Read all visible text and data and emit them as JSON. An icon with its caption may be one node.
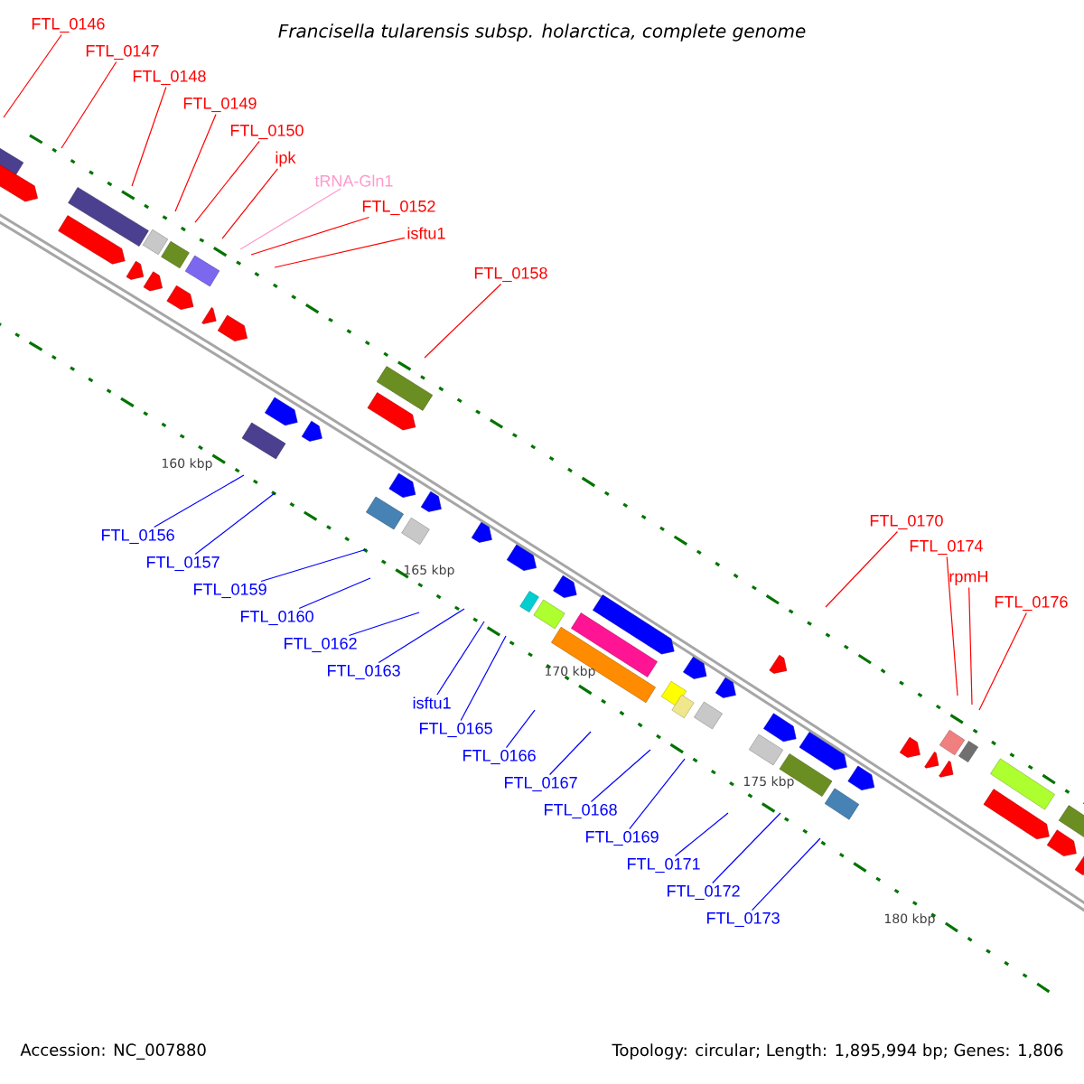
{
  "diagram": {
    "title": "Francisella tularensis subsp. holarctica, complete genome",
    "nodes": [
      {
        "text": [
          "FTL_0146"
        ]
      },
      {
        "text": [
          "FTL_0147"
        ]
      },
      {
        "text": [
          "FTL_0148"
        ]
      },
      {
        "text": [
          "FTL_0149"
        ]
      },
      {
        "text": [
          "FTL_0150"
        ]
      },
      {
        "text": [
          "ipk"
        ]
      },
      {
        "text": [
          "tRNA-Gln1"
        ]
      },
      {
        "text": [
          "FTL_0152"
        ]
      },
      {
        "text": [
          "isftu1"
        ]
      },
      {
        "text": [
          "FTL_0158"
        ]
      },
      {
        "text": [
          "FTL_0170"
        ]
      },
      {
        "text": [
          "FTL_0174"
        ]
      },
      {
        "text": [
          "rpmH"
        ]
      },
      {
        "text": [
          "FTL_0176"
        ]
      },
      {
        "text": [
          "FTL_0156"
        ]
      },
      {
        "text": [
          "FTL_0157"
        ]
      },
      {
        "text": [
          "FTL_0159"
        ]
      },
      {
        "text": [
          "FTL_0160"
        ]
      },
      {
        "text": [
          "FTL_0162"
        ]
      },
      {
        "text": [
          "FTL_0163"
        ]
      },
      {
        "text": [
          "isftu1"
        ]
      },
      {
        "text": [
          "FTL_0165"
        ]
      },
      {
        "text": [
          "FTL_0166"
        ]
      },
      {
        "text": [
          "FTL_0167"
        ]
      },
      {
        "text": [
          "FTL_0168"
        ]
      },
      {
        "text": [
          "FTL_0169"
        ]
      },
      {
        "text": [
          "FTL_0171"
        ]
      },
      {
        "text": [
          "FTL_0172"
        ]
      },
      {
        "text": [
          "FTL_0173"
        ]
      }
    ],
    "edges": [
      {
        "from": 0,
        "to": null,
        "arrow": "none",
        "color": "#ff0000"
      },
      {
        "from": 1,
        "to": null,
        "arrow": "none",
        "color": "#ff0000"
      },
      {
        "from": 2,
        "to": null,
        "arrow": "none",
        "color": "#ff0000"
      },
      {
        "from": 3,
        "to": null,
        "arrow": "none",
        "color": "#ff0000"
      },
      {
        "from": 4,
        "to": null,
        "arrow": "none",
        "color": "#ff0000"
      },
      {
        "from": 5,
        "to": null,
        "arrow": "none",
        "color": "#ff0000"
      },
      {
        "from": 6,
        "to": null,
        "arrow": "none",
        "color": "#ff99cc"
      },
      {
        "from": 7,
        "to": null,
        "arrow": "none",
        "color": "#ff0000"
      },
      {
        "from": 8,
        "to": null,
        "arrow": "none",
        "color": "#ff0000"
      },
      {
        "from": 9,
        "to": null,
        "arrow": "none",
        "color": "#ff0000"
      },
      {
        "from": 10,
        "to": null,
        "arrow": "none",
        "color": "#ff0000"
      },
      {
        "from": 11,
        "to": null,
        "arrow": "none",
        "color": "#ff0000"
      },
      {
        "from": 12,
        "to": null,
        "arrow": "none",
        "color": "#ff0000"
      },
      {
        "from": 13,
        "to": null,
        "arrow": "none",
        "color": "#ff0000"
      },
      {
        "from": 14,
        "to": null,
        "arrow": "none",
        "color": "#0000ff"
      },
      {
        "from": 15,
        "to": null,
        "arrow": "none",
        "color": "#0000ff"
      },
      {
        "from": 16,
        "to": null,
        "arrow": "none",
        "color": "#0000ff"
      },
      {
        "from": 17,
        "to": null,
        "arrow": "none",
        "color": "#0000ff"
      },
      {
        "from": 18,
        "to": null,
        "arrow": "none",
        "color": "#0000ff"
      },
      {
        "from": 19,
        "to": null,
        "arrow": "none",
        "color": "#0000ff"
      },
      {
        "from": 20,
        "to": null,
        "arrow": "none",
        "color": "#0000ff"
      },
      {
        "from": 21,
        "to": null,
        "arrow": "none",
        "color": "#0000ff"
      },
      {
        "from": 22,
        "to": null,
        "arrow": "none",
        "color": "#0000ff"
      },
      {
        "from": 23,
        "to": null,
        "arrow": "none",
        "color": "#0000ff"
      },
      {
        "from": 24,
        "to": null,
        "arrow": "none",
        "color": "#0000ff"
      },
      {
        "from": 25,
        "to": null,
        "arrow": "none",
        "color": "#0000ff"
      },
      {
        "from": 26,
        "to": null,
        "arrow": "none",
        "color": "#0000ff"
      },
      {
        "from": 27,
        "to": null,
        "arrow": "none",
        "color": "#0000ff"
      },
      {
        "from": 28,
        "to": null,
        "arrow": "none",
        "color": "#0000ff"
      }
    ],
    "labels": [
      "160 kbp",
      "165 kbp",
      "170 kbp",
      "175 kbp",
      "180 kbp",
      "Accession: NC_007880",
      "Topology: circular; Length: 1,895,994 bp; Genes: 1,806"
    ]
  }
}
